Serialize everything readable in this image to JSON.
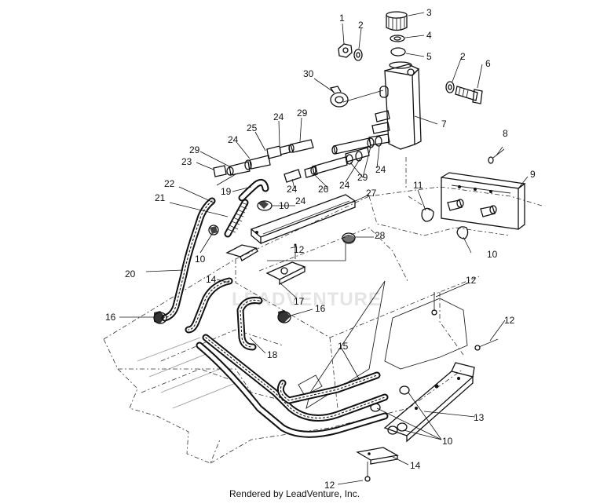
{
  "diagram": {
    "footer": "Rendered by LeadVenture, Inc.",
    "watermark": "LEADVENTURE",
    "callouts": [
      "1",
      "2",
      "3",
      "4",
      "5",
      "2",
      "6",
      "30",
      "7",
      "29",
      "24",
      "25",
      "24",
      "29",
      "23",
      "24",
      "29",
      "24",
      "24",
      "26",
      "24",
      "8",
      "9",
      "22",
      "19",
      "27",
      "21",
      "10",
      "11",
      "28",
      "12",
      "10",
      "10",
      "20",
      "14",
      "17",
      "16",
      "12",
      "16",
      "12",
      "18",
      "15",
      "13",
      "10",
      "14",
      "12"
    ]
  }
}
